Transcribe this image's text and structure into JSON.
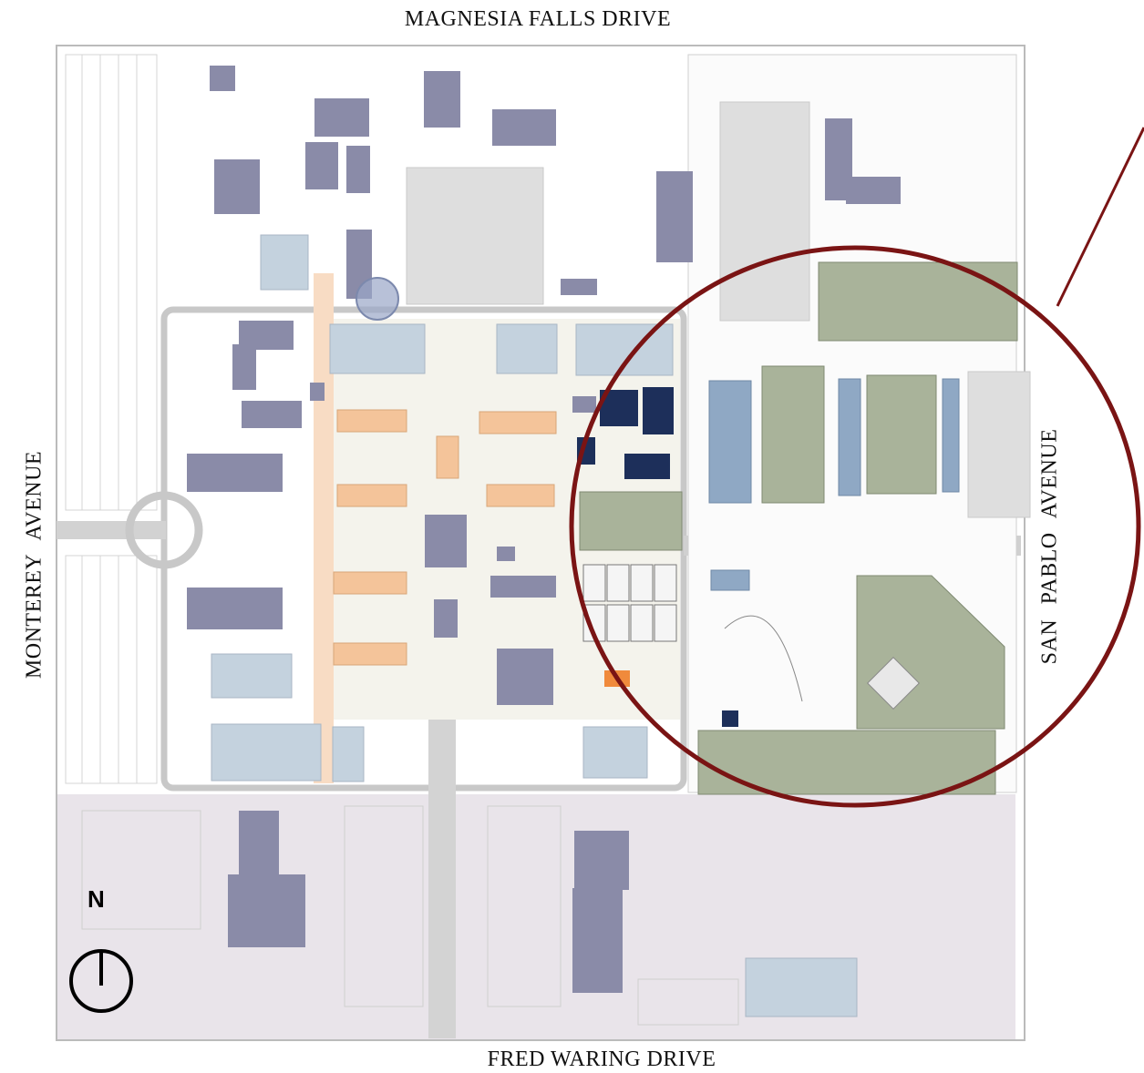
{
  "streets": {
    "north": "MAGNESIA FALLS DRIVE",
    "south": "FRED WARING DRIVE",
    "west": "MONTEREY  AVENUE",
    "east": "SAN PABLO  AVENUE"
  },
  "compass": {
    "label": "N",
    "icon": "north-arrow-icon"
  },
  "colors": {
    "building_dark": "#8a8ba8",
    "building_light": "#c4d2de",
    "highlight_orange": "#f4c49a",
    "field_green": "#a9b39a",
    "navy_building": "#1d2f5a",
    "focus_circle": "#7a1414",
    "road": "#c8c8c8",
    "south_zone": "#e9e4ea"
  }
}
